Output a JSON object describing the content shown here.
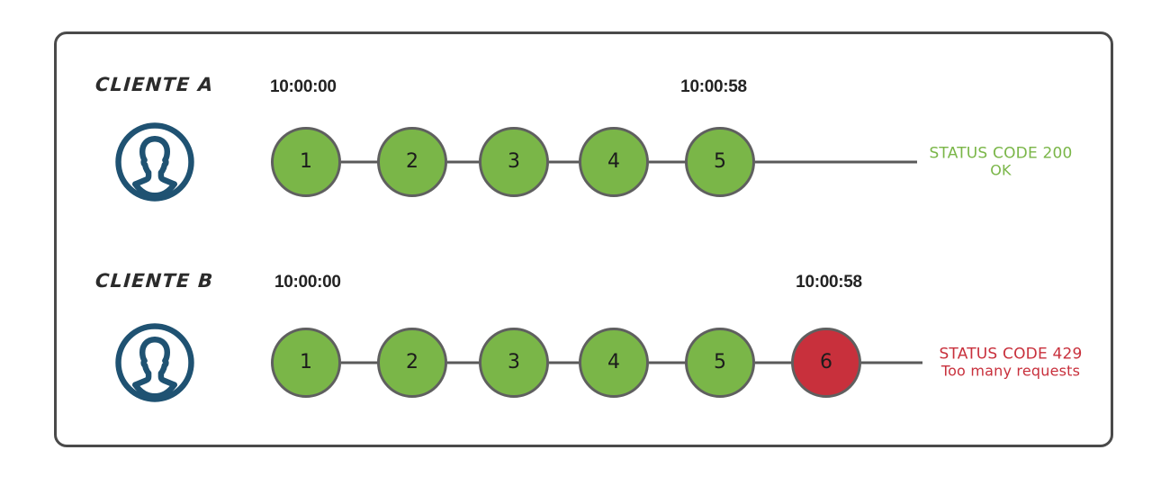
{
  "diagram": {
    "title_hidden": "",
    "colors": {
      "success": "#7ab648",
      "failure": "#c8303c",
      "stroke": "#5f5f5f",
      "frame": "#4a4a4a",
      "avatar": "#1f5272",
      "text": "#232323"
    }
  },
  "rows": [
    {
      "label": "CLIENTE A",
      "avatar_icon": "user-avatar-icon",
      "start_time": "10:00:00",
      "end_time": "10:00:58",
      "nodes": [
        {
          "number": "1",
          "state": "ok"
        },
        {
          "number": "2",
          "state": "ok"
        },
        {
          "number": "3",
          "state": "ok"
        },
        {
          "number": "4",
          "state": "ok"
        },
        {
          "number": "5",
          "state": "ok"
        }
      ],
      "status": {
        "state": "ok",
        "line1": "STATUS CODE 200",
        "line2": "OK"
      }
    },
    {
      "label": "CLIENTE B",
      "avatar_icon": "user-avatar-icon",
      "start_time": "10:00:00",
      "end_time": "10:00:58",
      "nodes": [
        {
          "number": "1",
          "state": "ok"
        },
        {
          "number": "2",
          "state": "ok"
        },
        {
          "number": "3",
          "state": "ok"
        },
        {
          "number": "4",
          "state": "ok"
        },
        {
          "number": "5",
          "state": "ok"
        },
        {
          "number": "6",
          "state": "fail"
        }
      ],
      "status": {
        "state": "fail",
        "line1": "STATUS CODE 429",
        "line2": "Too many requests"
      }
    }
  ]
}
